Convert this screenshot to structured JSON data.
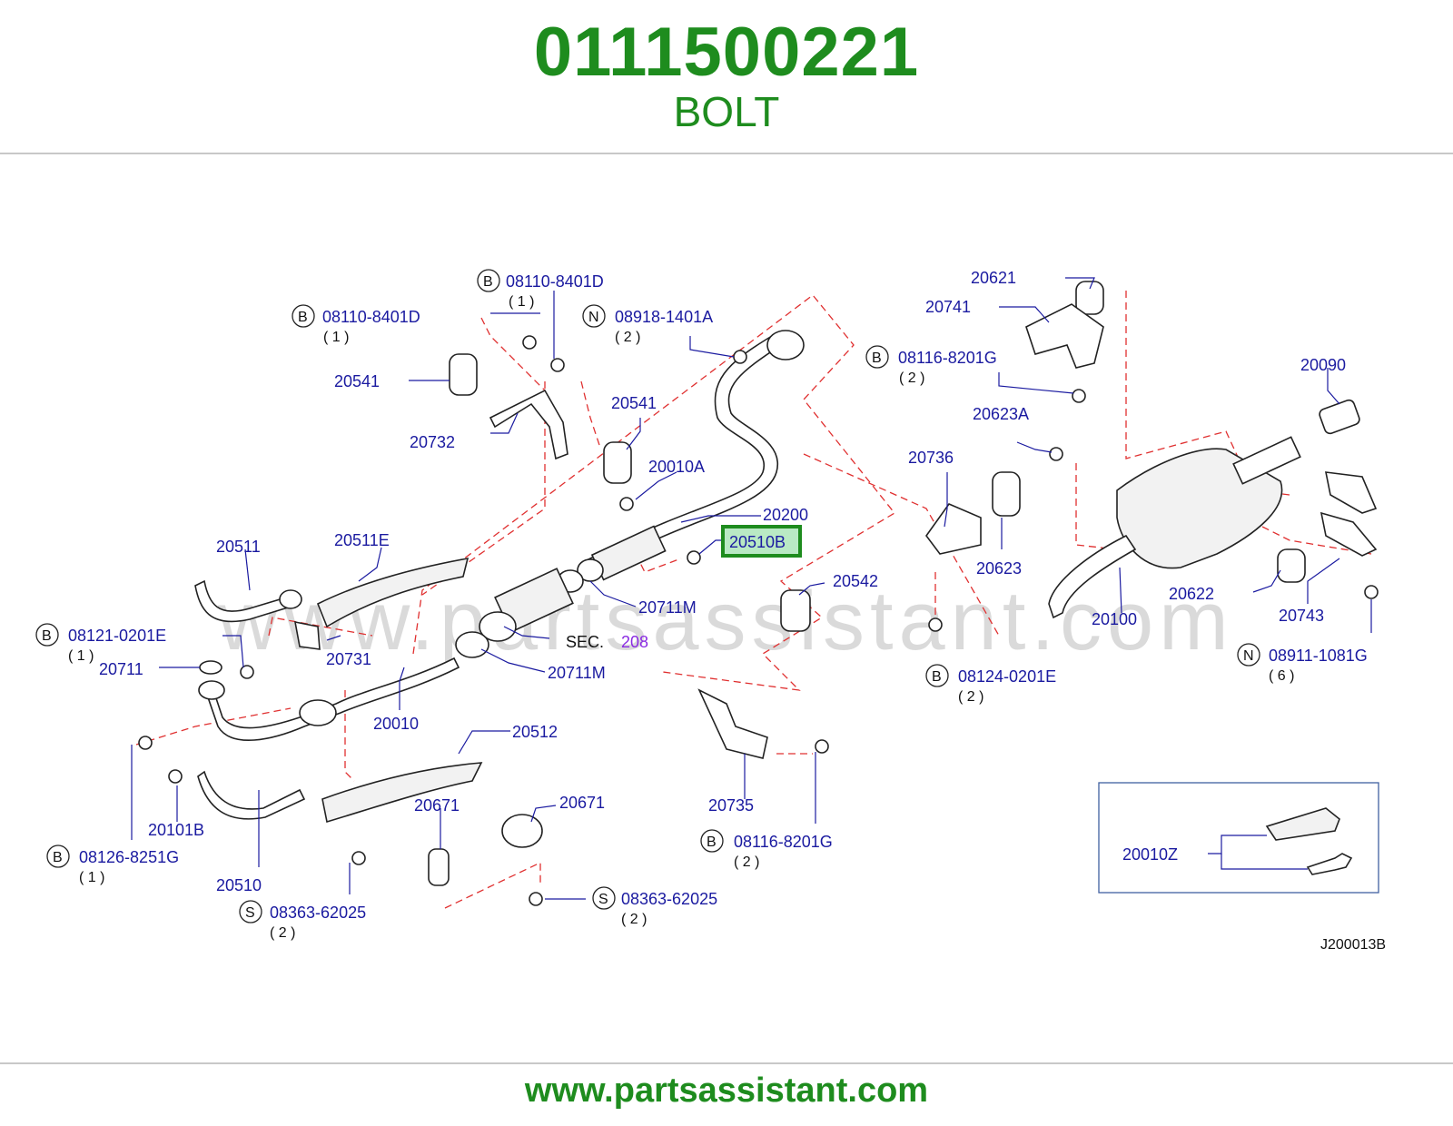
{
  "header": {
    "part_number": "0111500221",
    "part_name": "BOLT"
  },
  "footer": {
    "url": "www.partsassistant.com"
  },
  "diagram": {
    "watermark": "www.partsassistant.com",
    "diagram_code": "J200013B",
    "highlight_color": "#1e8c1e",
    "labels": {
      "l20621": "20621",
      "l20741": "20741",
      "l20090": "20090",
      "l20623A": "20623A",
      "l20736": "20736",
      "l20623": "20623",
      "l20100": "20100",
      "l20622": "20622",
      "l20743": "20743",
      "l20541a": "20541",
      "l20541b": "20541",
      "l20732": "20732",
      "l20010A": "20010A",
      "l20200": "20200",
      "l20510B": "20510B",
      "l20511": "20511",
      "l20511E": "20511E",
      "l20711M_a": "20711M",
      "l20711M_b": "20711M",
      "l20542": "20542",
      "l20711": "20711",
      "l20731": "20731",
      "l20010": "20010",
      "l20512": "20512",
      "l20101B": "20101B",
      "l20510": "20510",
      "l20671a": "20671",
      "l20671b": "20671",
      "l20735": "20735",
      "l20010Z": "20010Z",
      "sec": "SEC.",
      "sec_num": "208"
    },
    "callouts": {
      "c1": {
        "letter": "B",
        "code": "08110-8401D",
        "qty": "( 1 )"
      },
      "c2": {
        "letter": "B",
        "code": "08110-8401D",
        "qty": "( 1 )"
      },
      "c3": {
        "letter": "N",
        "code": "08918-1401A",
        "qty": "( 2 )"
      },
      "c4": {
        "letter": "B",
        "code": "08116-8201G",
        "qty": "( 2 )"
      },
      "c5": {
        "letter": "B",
        "code": "08121-0201E",
        "qty": "( 1 )"
      },
      "c6": {
        "letter": "B",
        "code": "08124-0201E",
        "qty": "( 2 )"
      },
      "c7": {
        "letter": "N",
        "code": "08911-1081G",
        "qty": "( 6 )"
      },
      "c8": {
        "letter": "B",
        "code": "08126-8251G",
        "qty": "( 1 )"
      },
      "c9": {
        "letter": "S",
        "code": "08363-62025",
        "qty": "( 2 )"
      },
      "c10": {
        "letter": "S",
        "code": "08363-62025",
        "qty": "( 2 )"
      },
      "c11": {
        "letter": "B",
        "code": "08116-8201G",
        "qty": "( 2 )"
      }
    }
  }
}
